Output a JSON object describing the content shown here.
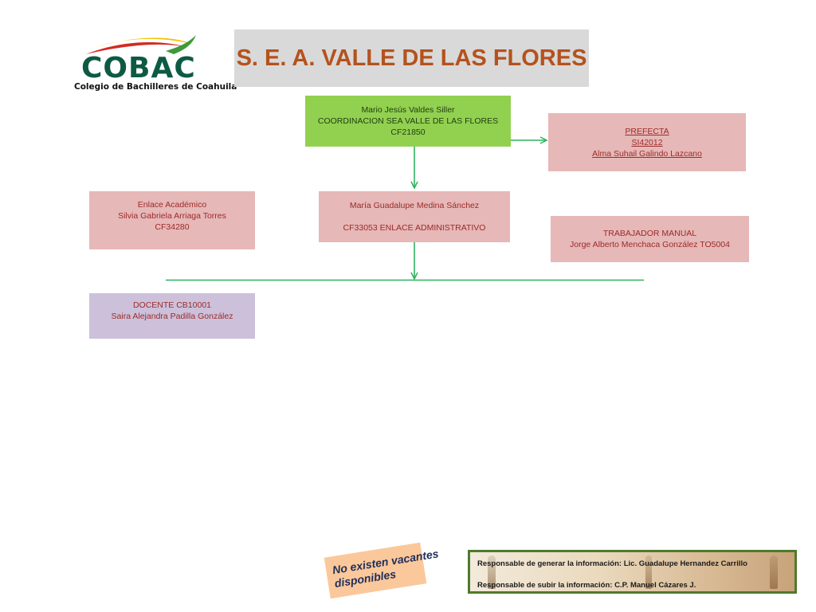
{
  "logo": {
    "wordmark": "COBAC",
    "subtitle": "Colegio de Bachilleres de Coahuila"
  },
  "title": "S. E. A. VALLE DE LAS FLORES",
  "nodes": {
    "coordinador": {
      "line1": "Mario Jesús Valdes Siller",
      "line2": "COORDINACION SEA VALLE DE LAS FLORES",
      "line3": "CF21850"
    },
    "prefecta": {
      "line1": "PREFECTA",
      "line2": "SI42012",
      "line3": "Alma Suhail Galindo Lazcano"
    },
    "enlace_academico": {
      "line1": "Enlace Académico",
      "line2": "Silvia Gabriela Arriaga Torres",
      "line3": "CF34280"
    },
    "enlace_administrativo": {
      "line1": "María Guadalupe Medina Sánchez",
      "line2": "CF33053  ENLACE ADMINISTRATIVO"
    },
    "trabajador_manual": {
      "line1": "TRABAJADOR MANUAL",
      "line2": "Jorge Alberto Menchaca González TO5004"
    },
    "docente": {
      "line1": "DOCENTE  CB10001",
      "line2": "Saira Alejandra Padilla González"
    }
  },
  "vacantes_note": {
    "line1": "No existen vacantes",
    "line2": "disponibles"
  },
  "responsables": {
    "generar": "Responsable de generar la información: Lic. Guadalupe Hernandez Carrillo",
    "subir": "Responsable de subir la información:  C.P. Manuel Cázares J."
  },
  "colors": {
    "title": "#b5521c",
    "title_bg": "#d9d9d9",
    "green_box": "#92d050",
    "pink_box": "#e6b8b7",
    "lavender_box": "#ccc0da",
    "connector": "#2db35d",
    "logo_green": "#0d5a43",
    "logo_yellow": "#f2c200",
    "logo_red": "#d42a1f"
  }
}
